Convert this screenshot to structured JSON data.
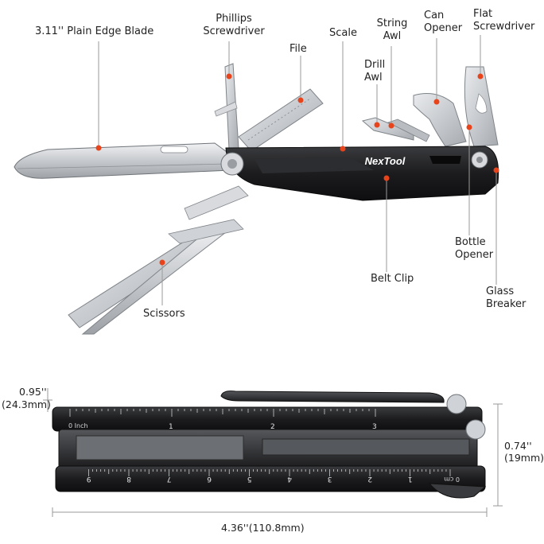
{
  "labels": {
    "blade": "3.11'' Plain Edge Blade",
    "phillips_1": "Phillips",
    "phillips_2": "Screwdriver",
    "file": "File",
    "scale": "Scale",
    "string_awl_1": "String",
    "string_awl_2": "Awl",
    "can_opener_1": "Can",
    "can_opener_2": "Opener",
    "flat_screwdriver_1": "Flat",
    "flat_screwdriver_2": "Screwdriver",
    "drill_awl_1": "Drill",
    "drill_awl_2": "Awl",
    "belt_clip": "Belt Clip",
    "bottle_opener_1": "Bottle",
    "bottle_opener_2": "Opener",
    "glass_breaker_1": "Glass",
    "glass_breaker_2": "Breaker",
    "scissors": "Scissors"
  },
  "brand": "NexTool",
  "dimensions": {
    "width_in": "0.95''",
    "width_mm": "(24.3mm)",
    "height_in": "0.74''",
    "height_mm": "(19mm)",
    "length": "4.36''(110.8mm)"
  },
  "ruler": {
    "inch_label": "0 Inch",
    "inch_ticks": [
      "1",
      "2",
      "3"
    ],
    "cm_label": "0 cm",
    "cm_ticks": [
      "1",
      "2",
      "3",
      "4",
      "5",
      "6",
      "7",
      "8",
      "9"
    ]
  },
  "colors": {
    "callout_dot": "#e8441c",
    "body_dark": "#1c1c1e",
    "steel": "#c9ccd0",
    "line": "#9a9a9a"
  }
}
